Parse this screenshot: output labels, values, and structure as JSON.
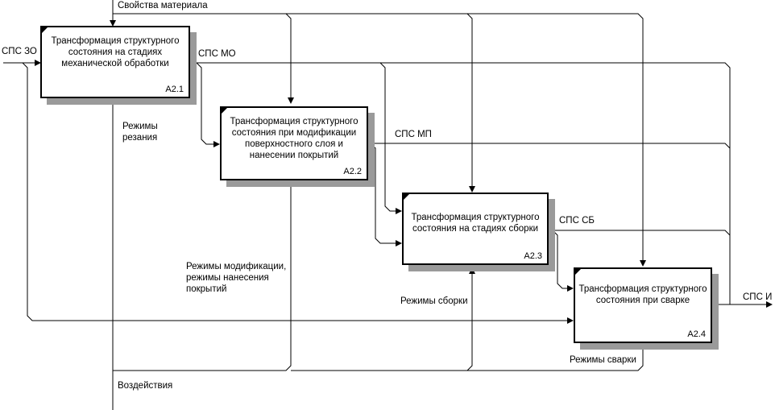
{
  "blocks": [
    {
      "title": "Трансформация структурного состояния на стадиях механической обработки",
      "num": "A2.1"
    },
    {
      "title": "Трансформация структурного состояния при модификации поверхностного слоя и нанесении покрытий",
      "num": "A2.2"
    },
    {
      "title": "Трансформация структурного состояния на стадиях сборки",
      "num": "A2.3"
    },
    {
      "title": "Трансформация структурного состояния при сварке",
      "num": "A2.4"
    }
  ],
  "labels": {
    "control": "Свойства материала",
    "input": "СПС ЗО",
    "mo": "СПС МО",
    "mp": "СПС МП",
    "sb": "СПС СБ",
    "output": "СПС И",
    "cut": "Режимы\nрезания",
    "mod": "Режимы модификации,\nрежимы нанесения\nпокрытий",
    "assembly": "Режимы сборки",
    "weld": "Режимы сварки",
    "mechanism": "Воздействия"
  }
}
